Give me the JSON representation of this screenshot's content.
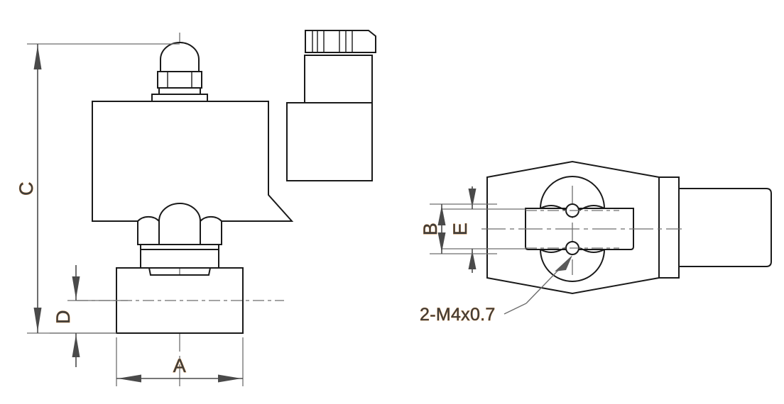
{
  "drawing": {
    "type": "technical-dimension-drawing",
    "subject": "solenoid valve",
    "views": [
      {
        "name": "front-elevation-view",
        "position": "left"
      },
      {
        "name": "bottom-plan-view",
        "position": "right"
      }
    ],
    "background_color": "#ffffff",
    "line_color": "#1a1a1a",
    "centerline_color": "#6e6e6e",
    "dimension_color": "#4a4a4a",
    "text_fill_color": "#3c3c3c",
    "text_outline_color": "#c07a33"
  },
  "dimensions": {
    "a": {
      "label": "A",
      "view": "front-elevation-view",
      "orientation": "horizontal",
      "description": "overall body width at bottom port"
    },
    "b": {
      "label": "B",
      "view": "bottom-plan-view",
      "orientation": "vertical",
      "description": "outer mounting hole span"
    },
    "c": {
      "label": "C",
      "view": "front-elevation-view",
      "orientation": "vertical",
      "description": "overall height"
    },
    "d": {
      "label": "D",
      "view": "front-elevation-view",
      "orientation": "vertical",
      "description": "port centerline to base"
    },
    "e": {
      "label": "E",
      "view": "bottom-plan-view",
      "orientation": "vertical",
      "description": "inner flat width"
    }
  },
  "annotations": {
    "thread_note": {
      "label": "2-M4x0.7",
      "view": "bottom-plan-view",
      "description": "two M4 coarse threaded mounting holes, 0.7 mm pitch"
    }
  }
}
